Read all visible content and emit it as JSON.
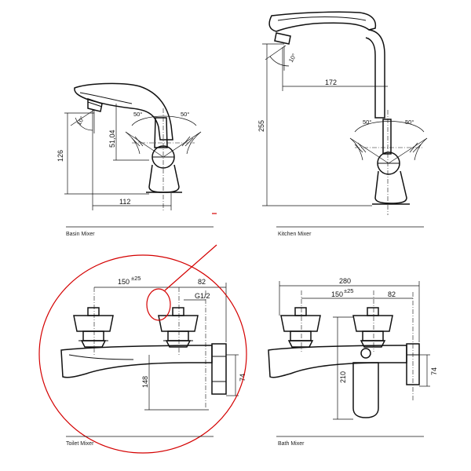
{
  "captions": {
    "basin": "Basin Mixer",
    "kitchen": "Kitchen Mixer",
    "toilet": "Toilet Mixer",
    "bath": "Bath Mixer"
  },
  "basin_dims": {
    "height": "126",
    "spout_height": "51,04",
    "width": "112",
    "angle_left": "50°",
    "angle_right": "50°",
    "tilt": "10°"
  },
  "kitchen_dims": {
    "height": "255",
    "reach": "172",
    "angle_left": "50°",
    "angle_right": "50°",
    "tilt": "10°"
  },
  "toilet_dims": {
    "center": "150",
    "center_tol": "±25",
    "offset": "82",
    "thread": "G1/2",
    "height": "148",
    "outlet": "74"
  },
  "bath_dims": {
    "width": "280",
    "center": "150",
    "center_tol": "±25",
    "offset": "82",
    "height": "210",
    "outlet": "74"
  },
  "colors": {
    "line": "#111111",
    "highlight": "#d40000"
  }
}
